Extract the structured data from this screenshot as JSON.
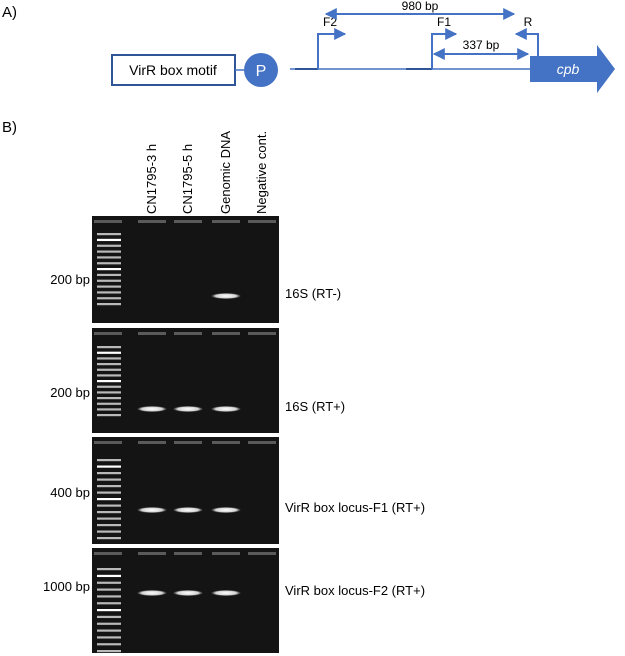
{
  "panel_a": {
    "label": "A)",
    "virr_box_label": "VirR box motif",
    "promoter_label": "P",
    "primer_f2": "F2",
    "primer_f1": "F1",
    "primer_r": "R",
    "span_980": "980 bp",
    "span_337": "337 bp",
    "gene_label": "cpb"
  },
  "panel_b": {
    "label": "B)",
    "lanes": [
      "CN1795-3 h",
      "CN1795-5 h",
      "Genomic DNA",
      "Negative cont."
    ],
    "gels": [
      {
        "marker": "200 bp",
        "name": "16S (RT-)",
        "bands": [
          0,
          0,
          1,
          0
        ]
      },
      {
        "marker": "200 bp",
        "name": "16S (RT+)",
        "bands": [
          1,
          1,
          1,
          0
        ]
      },
      {
        "marker": "400 bp",
        "name": "VirR box locus-F1 (RT+)",
        "bands": [
          1,
          1,
          1,
          0
        ]
      },
      {
        "marker": "1000 bp",
        "name": "VirR box locus-F2 (RT+)",
        "bands": [
          1,
          1,
          1,
          0
        ]
      }
    ]
  },
  "colors": {
    "accent": "#4472C4",
    "gel": "#141414"
  }
}
